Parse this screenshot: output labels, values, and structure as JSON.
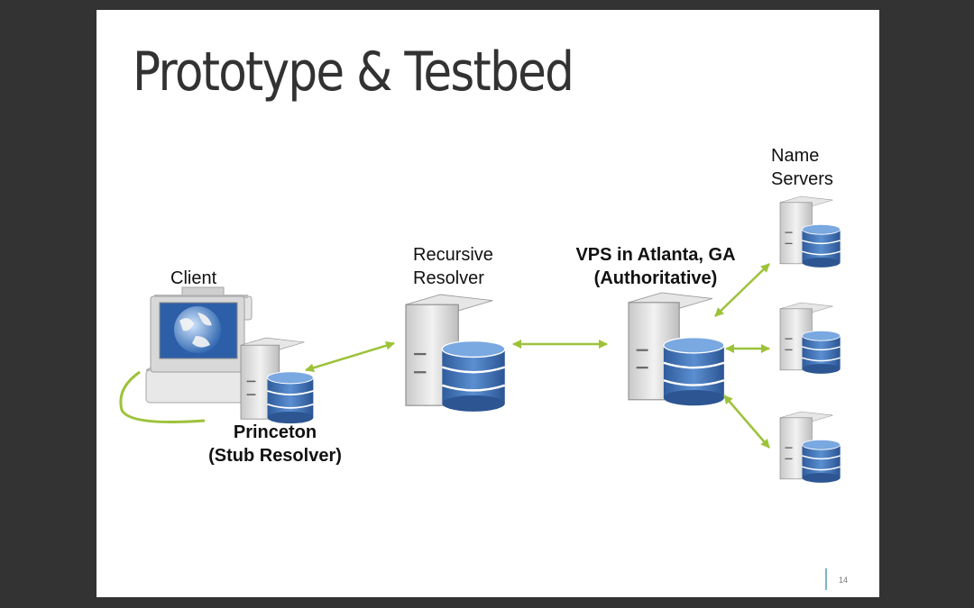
{
  "slide": {
    "title": "Prototype & Testbed",
    "page_number": "14"
  },
  "diagram": {
    "nodes": {
      "client": {
        "label": "Client"
      },
      "stub_resolver": {
        "label_line1": "Princeton",
        "label_line2": "(Stub Resolver)"
      },
      "recursive_resolver": {
        "label_line1": "Recursive",
        "label_line2": "Resolver"
      },
      "authoritative": {
        "label_line1": "VPS in Atlanta, GA",
        "label_line2": "(Authoritative)"
      },
      "name_servers": {
        "label_line1": "Name",
        "label_line2": "Servers"
      }
    },
    "icons": [
      "computer-globe-icon",
      "server-database-icon"
    ],
    "colors": {
      "arrow": "#9dc23a",
      "database": "#3e6fb3",
      "server": "#dcdcdc",
      "title": "#323232",
      "background": "#333333"
    }
  }
}
